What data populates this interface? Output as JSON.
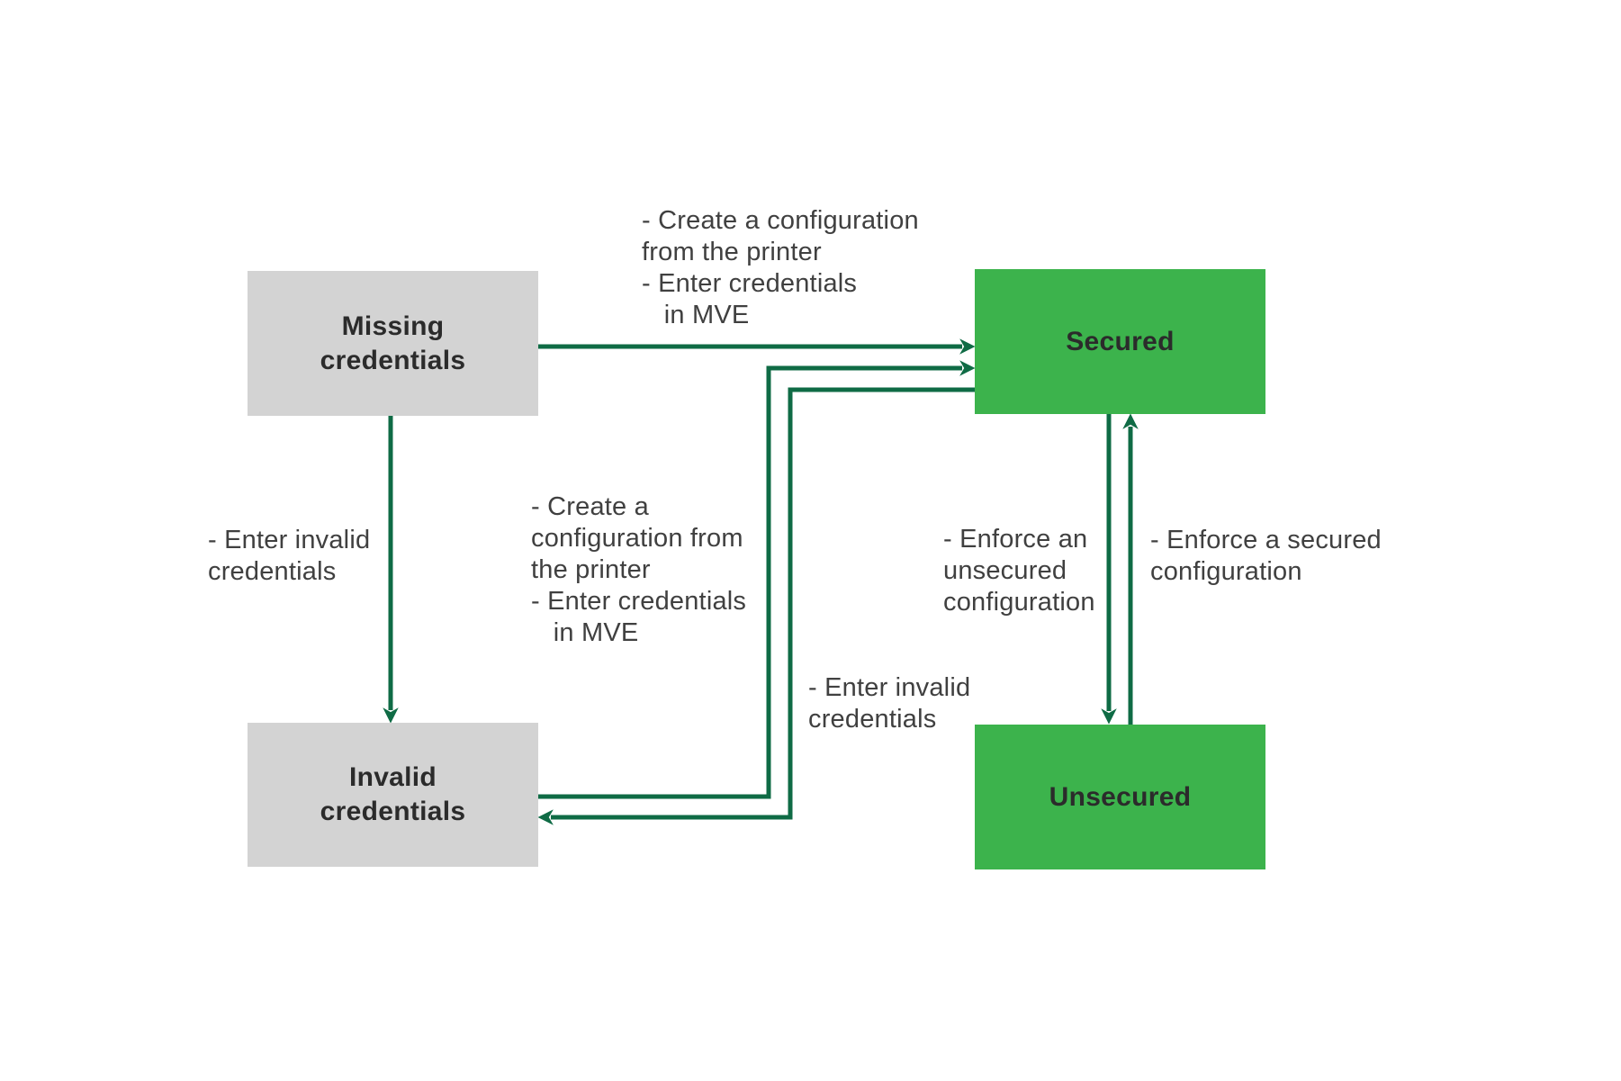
{
  "diagram": {
    "description": "Printer credential state diagram",
    "colors": {
      "background": "#ffffff",
      "node_gray": "#d3d3d3",
      "node_green": "#3cb34c",
      "arrow_green": "#0f6b45",
      "node_text": "#2b2b2b",
      "label_text": "#404040"
    },
    "nodes": {
      "missing_credentials": {
        "label": "Missing\ncredentials",
        "fill": "#d3d3d3"
      },
      "invalid_credentials": {
        "label": "Invalid\ncredentials",
        "fill": "#d3d3d3"
      },
      "secured": {
        "label": "Secured",
        "fill": "#3cb34c"
      },
      "unsecured": {
        "label": "Unsecured",
        "fill": "#3cb34c"
      }
    },
    "edges": [
      {
        "from": "missing_credentials",
        "to": "secured",
        "label": "- Create a configuration\nfrom the printer\n- Enter credentials\n   in MVE"
      },
      {
        "from": "missing_credentials",
        "to": "invalid_credentials",
        "label": "- Enter invalid\ncredentials"
      },
      {
        "from": "invalid_credentials",
        "to": "secured",
        "label": "- Create a\nconfiguration from\nthe printer\n- Enter credentials\n   in MVE"
      },
      {
        "from": "secured",
        "to": "invalid_credentials",
        "label": "- Enter invalid\ncredentials"
      },
      {
        "from": "secured",
        "to": "unsecured",
        "label": "- Enforce an\nunsecured\nconfiguration"
      },
      {
        "from": "unsecured",
        "to": "secured",
        "label": "- Enforce a secured\nconfiguration"
      }
    ]
  }
}
